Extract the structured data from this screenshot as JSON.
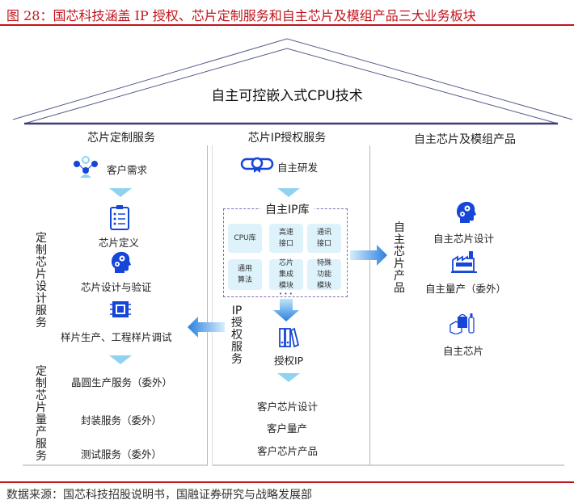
{
  "caption": "图 28：国芯科技涵盖 IP 授权、芯片定制服务和自主芯片及模组产品三大业务板块",
  "roof_title": "自主可控嵌入式CPU技术",
  "columns": {
    "custom": {
      "title": "芯片定制服务",
      "items": [
        "客户需求",
        "芯片定义",
        "芯片设计与验证",
        "样片生产、工程样片调试",
        "晶圆生产服务（委外）",
        "封装服务（委外）",
        "测试服务（委外）"
      ],
      "side_label_design": "定制芯片设计服务",
      "side_label_mass": "定制芯片量产服务"
    },
    "ip": {
      "title": "芯片IP授权服务",
      "research": "自主研发",
      "library_title": "自主IP库",
      "library_cells": [
        "CPU库",
        "高速\n接口",
        "通讯\n接口",
        "通用\n算法",
        "芯片\n集成\n模块",
        "特殊\n功能\n模块"
      ],
      "library_more": "• • •",
      "side_label": "IP授权服务",
      "licensed": "授权IP",
      "outcomes": [
        "客户芯片设计",
        "客户量产",
        "客户芯片产品"
      ]
    },
    "product": {
      "title": "自主芯片及模组产品",
      "side_label": "自主芯片产品",
      "items": [
        "自主芯片设计",
        "自主量产（委外）",
        "自主芯片"
      ]
    }
  },
  "colors": {
    "accent_red": "#c0141c",
    "icon_blue": "#1546d8",
    "arrow_blue": "#2a7fe0",
    "light_blue": "#8fd3f0",
    "roof_line": "#3d3a78"
  },
  "source": "数据来源：国芯科技招股说明书，国融证券研究与战略发展部"
}
